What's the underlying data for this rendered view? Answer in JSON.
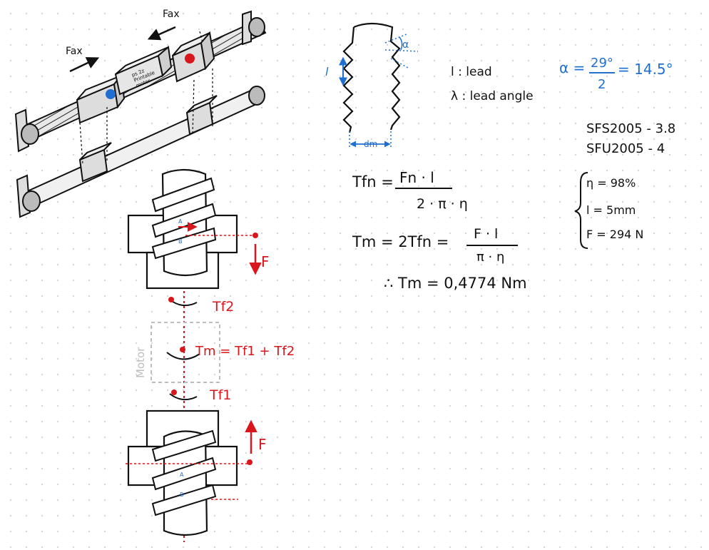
{
  "colors": {
    "ink": "#111111",
    "red": "#d8161b",
    "blue": "#1f6fd1",
    "grey": "#bdbdbd"
  },
  "assembly": {
    "force_left": "Fax",
    "force_right": "Fax",
    "motor_block_text": "ps 2z\nPrintable\nmotor"
  },
  "thread_profile": {
    "lead_symbol": "l",
    "mean_diameter_label": "dm",
    "angle_symbol": "α"
  },
  "definitions": {
    "lead": "l : lead",
    "lead_angle": "λ : lead angle"
  },
  "alpha_eq": {
    "lhs": "α =",
    "num": "29°",
    "den": "2",
    "rhs": "= 14.5°"
  },
  "models": [
    "SFS2005 - 3.8",
    "SFU2005 - 4"
  ],
  "params": [
    "η = 98%",
    "l = 5mm",
    "F = 294 N"
  ],
  "eq1": {
    "lhs": "Tfn =",
    "num": "Fn · l",
    "den": "2 · π · η"
  },
  "eq2": {
    "lhs": "Tm = 2Tfn =",
    "num": "F · l",
    "den": "π · η"
  },
  "result": "∴ Tm = 0,4774 Nm",
  "bottom_diagram": {
    "force_top": "F",
    "force_bottom": "F",
    "torque_upper": "Tf2",
    "torque_lower": "Tf1",
    "motor_equation": "Tm = Tf1 + Tf2",
    "motor_label": "Motor",
    "point_A": "A",
    "point_B": "B"
  }
}
